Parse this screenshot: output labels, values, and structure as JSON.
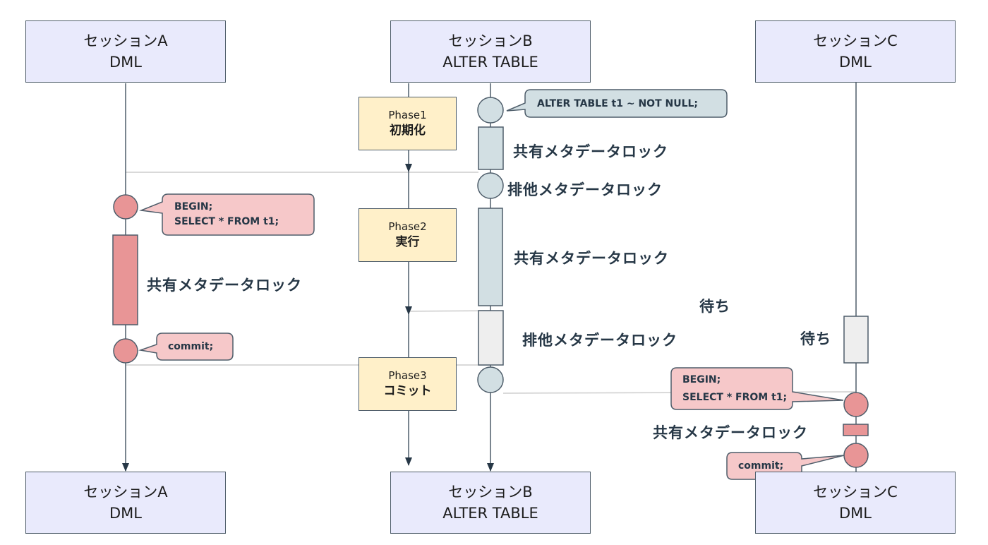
{
  "colors": {
    "session_box_fill": "#e9eafc",
    "phase_box_fill": "#fff0c9",
    "blue_lock_fill": "#d2dfe3",
    "red_lock_fill": "#e89596",
    "gray_wait_fill": "#eeeeee",
    "red_callout_fill": "#f6c8c9",
    "blue_callout_fill": "#d2dfe3",
    "stroke": "#4e5d6a",
    "connector": "#d9d9d9"
  },
  "sessions_top": [
    {
      "name": "セッションA",
      "type": "DML"
    },
    {
      "name": "セッションB",
      "type": "ALTER TABLE"
    },
    {
      "name": "セッションC",
      "type": "DML"
    }
  ],
  "sessions_bottom": [
    {
      "name": "セッションA",
      "type": "DML"
    },
    {
      "name": "セッションB",
      "type": "ALTER TABLE"
    },
    {
      "name": "セッションC",
      "type": "DML"
    }
  ],
  "phases": [
    {
      "title": "Phase1",
      "name": "初期化"
    },
    {
      "title": "Phase2",
      "name": "実行"
    },
    {
      "title": "Phase3",
      "name": "コミット"
    }
  ],
  "session_a": {
    "callout_begin": [
      "BEGIN;",
      "SELECT * FROM t1;"
    ],
    "lock_label": "共有メタデータロック",
    "callout_commit": "commit;"
  },
  "session_b": {
    "callout_alter": "ALTER TABLE t1 ~ NOT NULL;",
    "lock1_label": "共有メタデータロック",
    "lock2_label": "排他メタデータロック",
    "lock3_label": "共有メタデータロック",
    "wait_label": "待ち",
    "lock4_label": "排他メタデータロック"
  },
  "session_c": {
    "wait_label": "待ち",
    "callout_begin": [
      "BEGIN;",
      "SELECT * FROM t1;"
    ],
    "lock_label": "共有メタデータロック",
    "callout_commit": "commit;"
  }
}
